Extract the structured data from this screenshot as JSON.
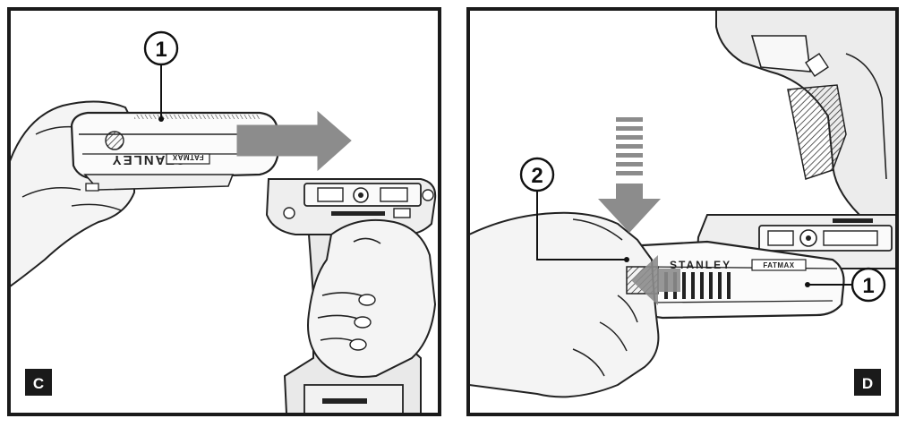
{
  "panels": [
    {
      "label": "C",
      "callout": "1",
      "battery_brand": "STANLEY",
      "battery_sub": "FATMAX"
    },
    {
      "label": "D",
      "callout_battery": "1",
      "callout_button": "2",
      "battery_brand": "STANLEY",
      "battery_sub": "FATMAX"
    }
  ],
  "colors": {
    "frame": "#1a1a1a",
    "arrow": "#8c8c8c",
    "ink": "#222222",
    "hand": "#f4f4f4"
  }
}
